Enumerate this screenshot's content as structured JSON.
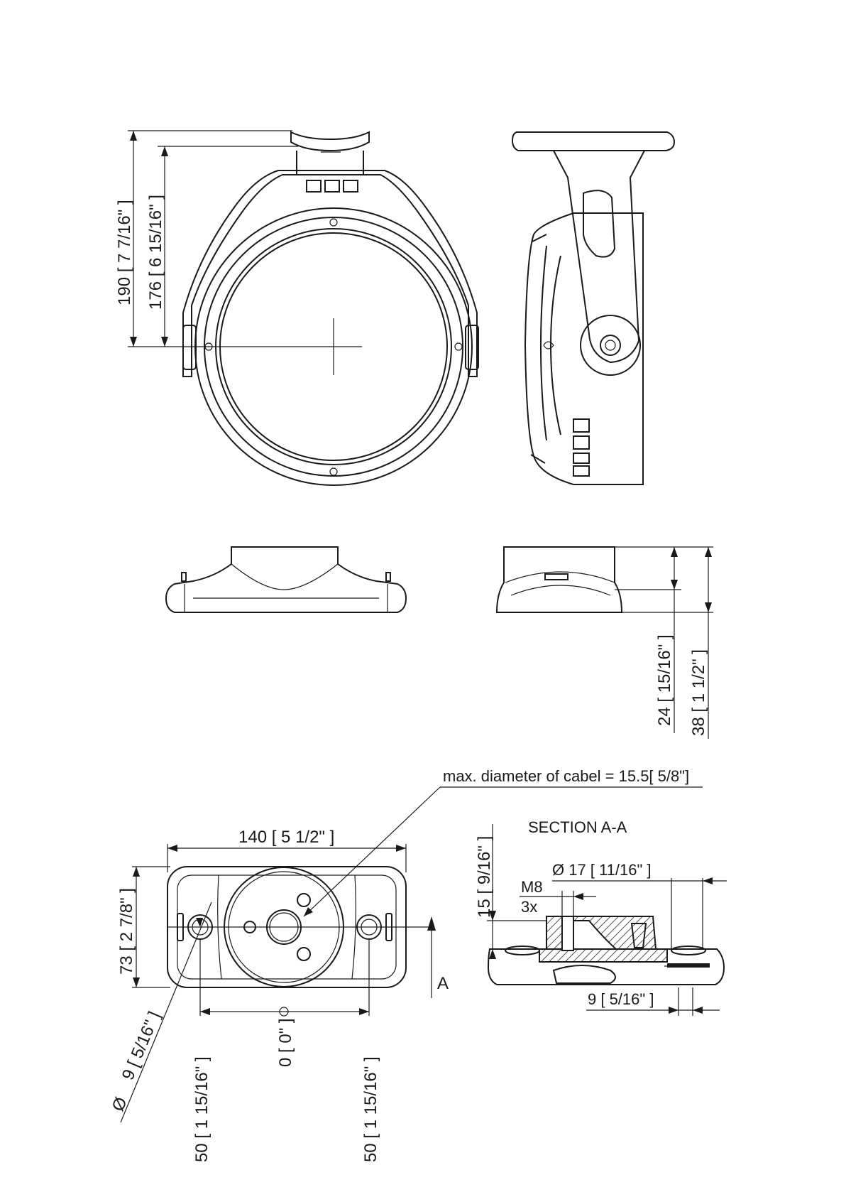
{
  "labels": {
    "dim_height_190": "190 [ 7 7/16\" ]",
    "dim_height_176": "176 [ 6 15/16\" ]",
    "dim_24": "24 [ 15/16\" ]",
    "dim_38": "38 [ 1 1/2\" ]",
    "cable_note": "max. diameter of cabel = 15.5[ 5/8\"]",
    "section_title": "SECTION A-A",
    "dim_width_140": "140 [ 5 1/2\" ]",
    "dim_depth_73": "73 [ 2 7/8\" ]",
    "dim_hole_9": "9 [ 5/16\" ]",
    "diameter_symbol": "Ø",
    "dim_left_50": "50 [ 1 15/16\" ]",
    "dim_zero": "0 [ 0\" ]",
    "dim_right_50": "50 [ 1 15/16\" ]",
    "section_marker": "A",
    "dim_15": "15 [ 9/16\" ]",
    "dim_dia_17": "Ø  17 [ 11/16\" ]",
    "thread_m8": "M8",
    "thread_qty": "3x",
    "dim_9_section": "9 [ 5/16\" ]"
  },
  "colors": {
    "line": "#1a1a1a",
    "background": "#ffffff"
  }
}
